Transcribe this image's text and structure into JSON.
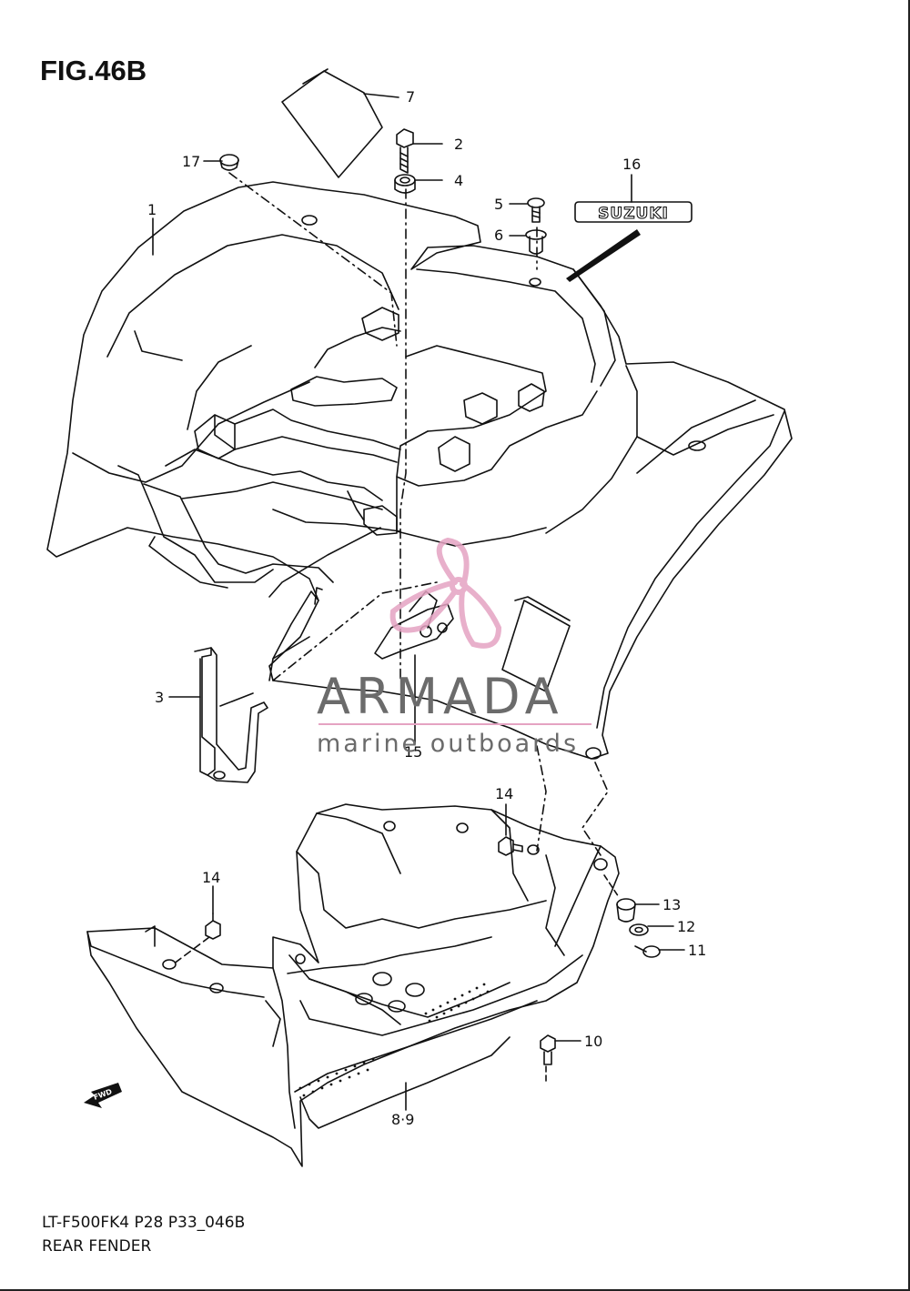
{
  "figure": {
    "title": "FIG.46B",
    "code": "LT-F500FK4 P28 P33_046B",
    "name": "REAR FENDER"
  },
  "callouts": [
    {
      "id": "c1",
      "label": "1"
    },
    {
      "id": "c2",
      "label": "2"
    },
    {
      "id": "c3",
      "label": "3"
    },
    {
      "id": "c4",
      "label": "4"
    },
    {
      "id": "c5",
      "label": "5"
    },
    {
      "id": "c6",
      "label": "6"
    },
    {
      "id": "c7",
      "label": "7"
    },
    {
      "id": "c10",
      "label": "10"
    },
    {
      "id": "c11",
      "label": "11"
    },
    {
      "id": "c12",
      "label": "12"
    },
    {
      "id": "c13",
      "label": "13"
    },
    {
      "id": "c14a",
      "label": "14"
    },
    {
      "id": "c14b",
      "label": "14"
    },
    {
      "id": "c15",
      "label": "15"
    },
    {
      "id": "c16",
      "label": "16"
    },
    {
      "id": "c17",
      "label": "17"
    },
    {
      "id": "c89",
      "label": "8·9"
    }
  ],
  "emblem": {
    "text": "SUZUKI"
  },
  "direction_marker": {
    "text": "FWD"
  },
  "watermark": {
    "brand": "ARMADA",
    "tagline": "marine outboards",
    "accent_color": "#e5a3c2",
    "text_color": "#6b6b6b"
  },
  "colors": {
    "line": "#111111",
    "background": "#ffffff"
  }
}
